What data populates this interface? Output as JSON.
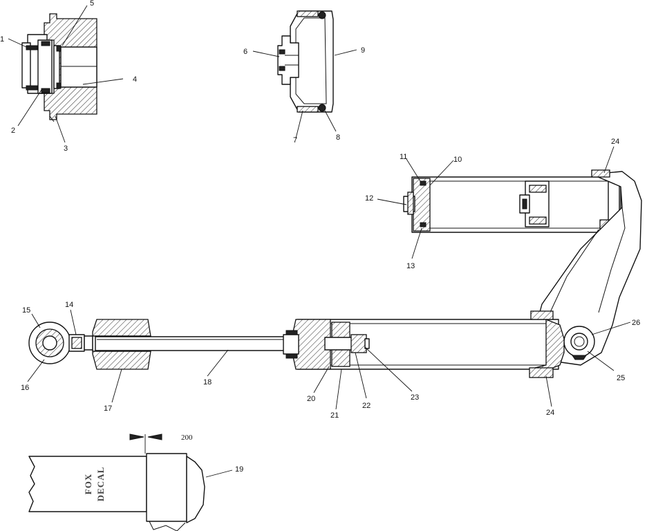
{
  "callouts": {
    "c1": "1",
    "c2": "2",
    "c3": "3",
    "c4": "4",
    "c5": "5",
    "c6": "6",
    "c7": "7",
    "c8": "8",
    "c9": "9",
    "c10": "10",
    "c11": "11",
    "c12": "12",
    "c13": "13",
    "c14": "14",
    "c15": "15",
    "c16": "16",
    "c17": "17",
    "c18": "18",
    "c19": "19",
    "c20": "20",
    "c21": "21",
    "c22": "22",
    "c23": "23",
    "c24a": "24",
    "c24b": "24",
    "c25": "25",
    "c26": "26"
  },
  "dimension": {
    "value": "200"
  },
  "decal": {
    "line1": "FOX",
    "line2": "DECAL"
  }
}
